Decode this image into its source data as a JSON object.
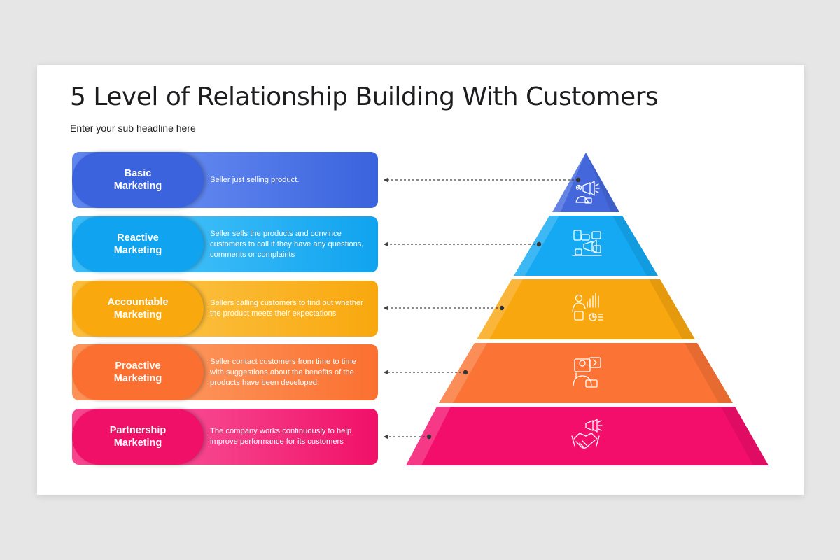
{
  "title": "5 Level of Relationship Building With Customers",
  "subtitle": "Enter your sub headline here",
  "levels": [
    {
      "name_line1": "Basic",
      "name_line2": "Marketing",
      "description": "Seller just selling product.",
      "icon": "megaphone-gear-icon",
      "color_dark": "#3a63dd",
      "color_light": "#5f85ee",
      "color_pyramid": "#4468dc"
    },
    {
      "name_line1": "Reactive",
      "name_line2": "Marketing",
      "description": "Seller sells the products and convince customers to call if they have any questions, comments or complaints",
      "icon": "social-media-megaphone-icon",
      "color_dark": "#10a3ef",
      "color_light": "#3bbcf7",
      "color_pyramid": "#14a9f2"
    },
    {
      "name_line1": "Accountable",
      "name_line2": "Marketing",
      "description": "Sellers calling customers to find out whether the product meets their expectations",
      "icon": "analytics-person-icon",
      "color_dark": "#f9a80e",
      "color_light": "#fbbd3a",
      "color_pyramid": "#f9a70f"
    },
    {
      "name_line1": "Proactive",
      "name_line2": "Marketing",
      "description": "Seller contact customers from time to time with suggestions about the benefits of the products have been developed.",
      "icon": "support-agent-icon",
      "color_dark": "#fb7030",
      "color_light": "#fc9258",
      "color_pyramid": "#fb7435"
    },
    {
      "name_line1": "Partnership",
      "name_line2": "Marketing",
      "description": "The company works continuously to help improve performance for its customers",
      "icon": "handshake-megaphone-icon",
      "color_dark": "#f01068",
      "color_light": "#f7468e",
      "color_pyramid": "#f30e6c"
    }
  ]
}
